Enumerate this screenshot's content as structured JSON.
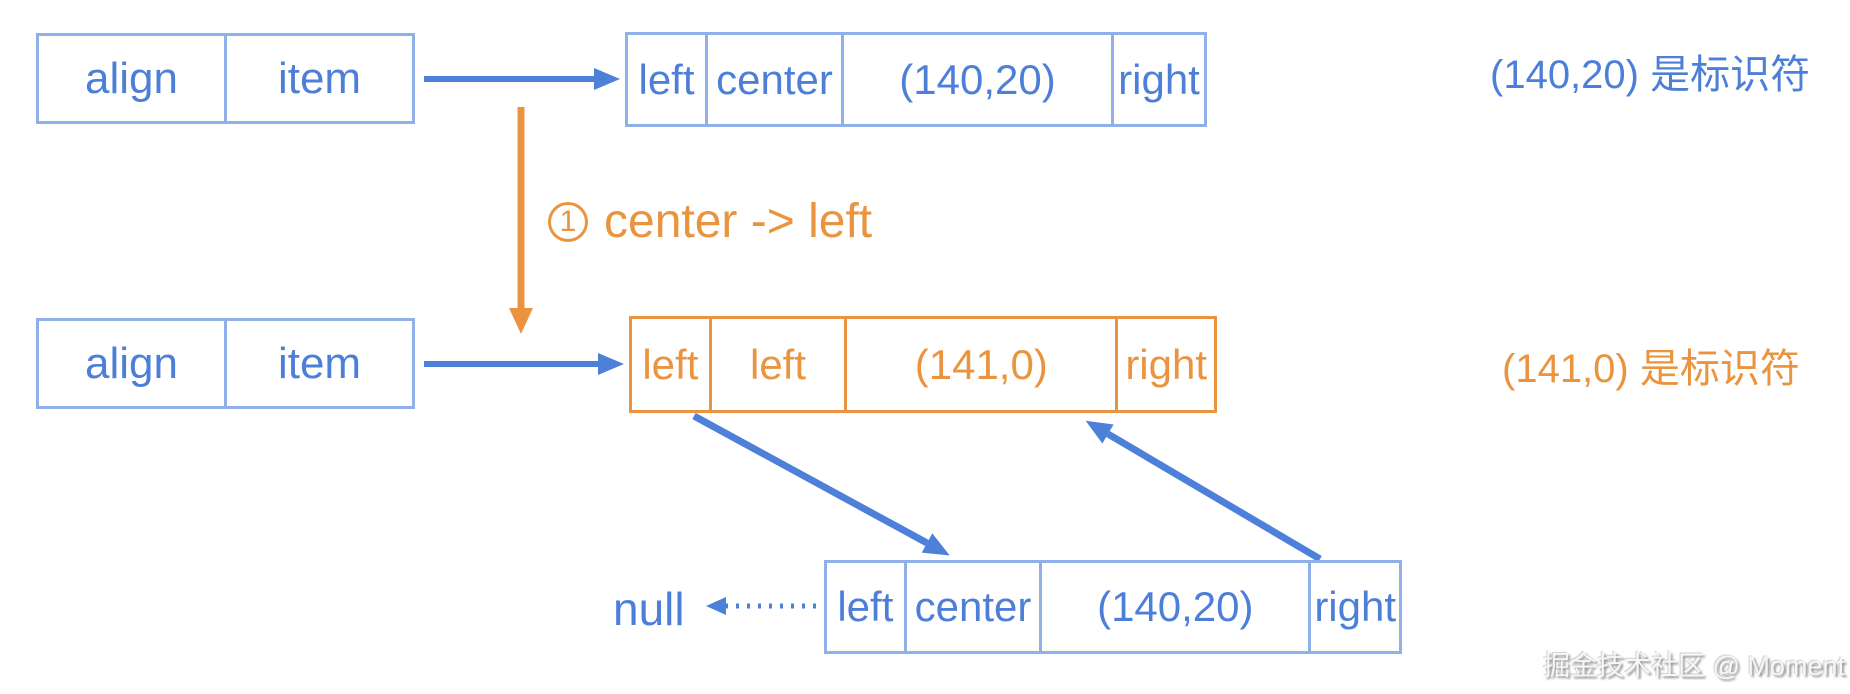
{
  "palette": {
    "blue_arrow": "#4d80d8",
    "blue_border": "#8fb0e8",
    "blue_text": "#4d7fd9",
    "orange": "#ea9440",
    "watermark_gray": "#8f8f8f"
  },
  "row1": {
    "header_box": {
      "cells": [
        "align",
        "item"
      ]
    },
    "node": {
      "cells": [
        "left",
        "center",
        "(140,20)",
        "right"
      ]
    },
    "caption": "(140,20) 是标识符"
  },
  "step_label": {
    "number": "1",
    "text": "center -> left"
  },
  "row2": {
    "header_box": {
      "cells": [
        "align",
        "item"
      ]
    },
    "node": {
      "cells": [
        "left",
        "left",
        "(141,0)",
        "right"
      ]
    },
    "caption": "(141,0) 是标识符"
  },
  "row3": {
    "node": {
      "cells": [
        "left",
        "center",
        "(140,20)",
        "right"
      ]
    },
    "null_label": "null"
  },
  "watermark": "掘金技术社区 @ Moment",
  "icons": {
    "right_arrow": "right-arrow",
    "down_arrow": "down-arrow",
    "diagonal_arrow": "diagonal-arrow",
    "dotted_left_arrow": "dotted-left-arrow"
  }
}
